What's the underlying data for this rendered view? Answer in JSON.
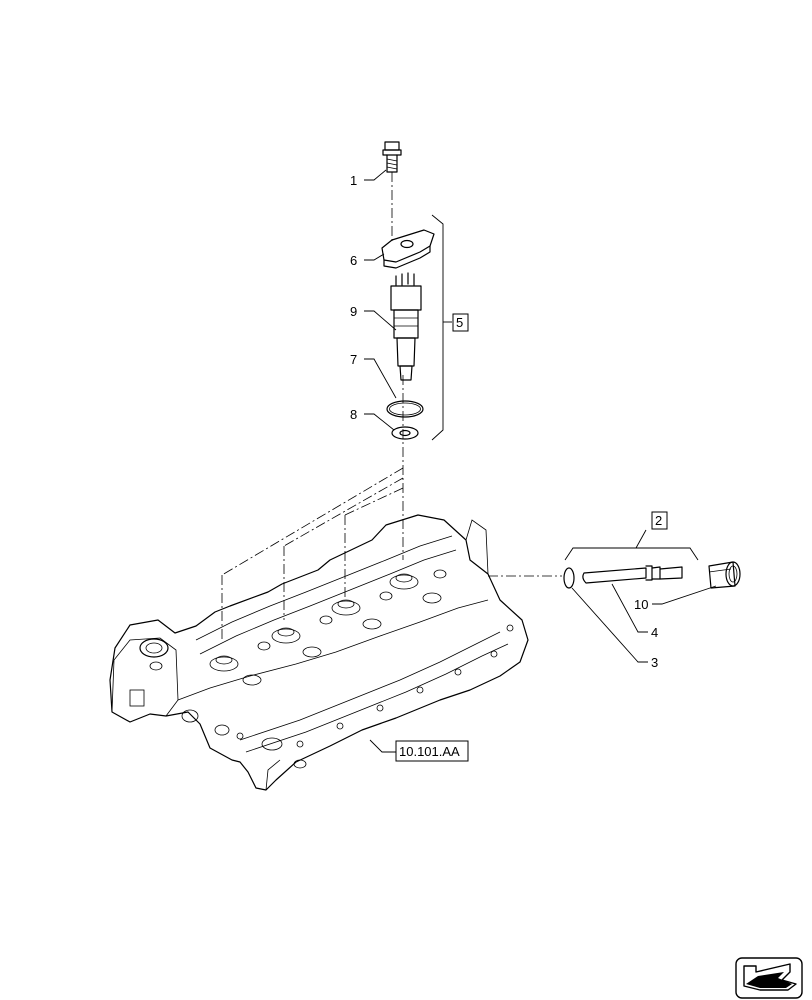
{
  "callouts": {
    "c1": "1",
    "c6": "6",
    "c9": "9",
    "c7": "7",
    "c8": "8",
    "c5": "5",
    "c2": "2",
    "c10": "10",
    "c4": "4",
    "c3": "3"
  },
  "reference": "10.101.AA",
  "nav_icon": "next-page-arrow-icon"
}
